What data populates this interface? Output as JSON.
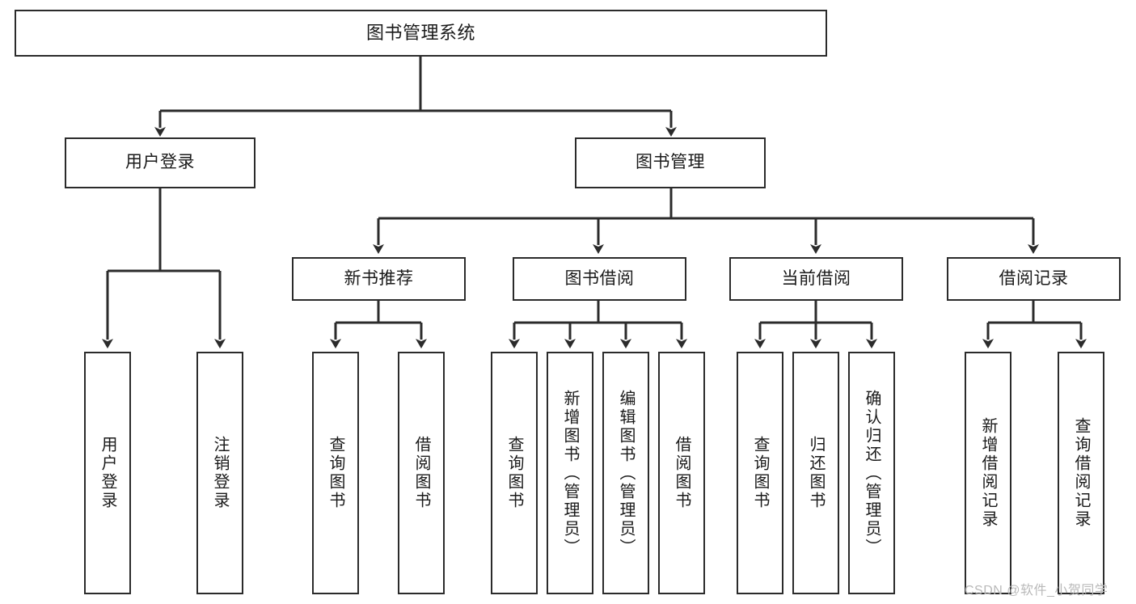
{
  "diagram": {
    "title": "图书管理系统",
    "type": "functional-structure-tree",
    "orientation": "top-down",
    "colors": {
      "box_border": "#2b2b2b",
      "box_fill": "#ffffff",
      "edge": "#2b2b2b",
      "text": "#1a1a1a",
      "watermark": "#b9b9b9"
    },
    "root": {
      "id": "root",
      "label": "图书管理系统"
    },
    "level2": [
      {
        "id": "user-login",
        "label": "用户登录"
      },
      {
        "id": "book-manage",
        "label": "图书管理"
      }
    ],
    "level3": [
      {
        "id": "new-book-recommend",
        "label": "新书推荐"
      },
      {
        "id": "book-borrow",
        "label": "图书借阅"
      },
      {
        "id": "current-borrow",
        "label": "当前借阅"
      },
      {
        "id": "borrow-record",
        "label": "借阅记录"
      }
    ],
    "leaves": {
      "user_login": [
        {
          "id": "leaf-user-login",
          "label": "用户登录"
        },
        {
          "id": "leaf-logout",
          "label": "注销登录"
        }
      ],
      "new_book_recommend": [
        {
          "id": "leaf-query-book-1",
          "label": "查询图书"
        },
        {
          "id": "leaf-borrow-book-1",
          "label": "借阅图书"
        }
      ],
      "book_borrow": [
        {
          "id": "leaf-query-book-2",
          "label": "查询图书"
        },
        {
          "id": "leaf-add-book",
          "label": "新增图书（管理员）"
        },
        {
          "id": "leaf-edit-book",
          "label": "编辑图书（管理员）"
        },
        {
          "id": "leaf-borrow-book-2",
          "label": "借阅图书"
        }
      ],
      "current_borrow": [
        {
          "id": "leaf-query-book-3",
          "label": "查询图书"
        },
        {
          "id": "leaf-return-book",
          "label": "归还图书"
        },
        {
          "id": "leaf-confirm-return",
          "label": "确认归还（管理员）"
        }
      ],
      "borrow_record": [
        {
          "id": "leaf-add-record",
          "label": "新增借阅记录"
        },
        {
          "id": "leaf-query-record",
          "label": "查询借阅记录"
        }
      ]
    },
    "watermark": "CSDN @软件_小贺同学"
  }
}
